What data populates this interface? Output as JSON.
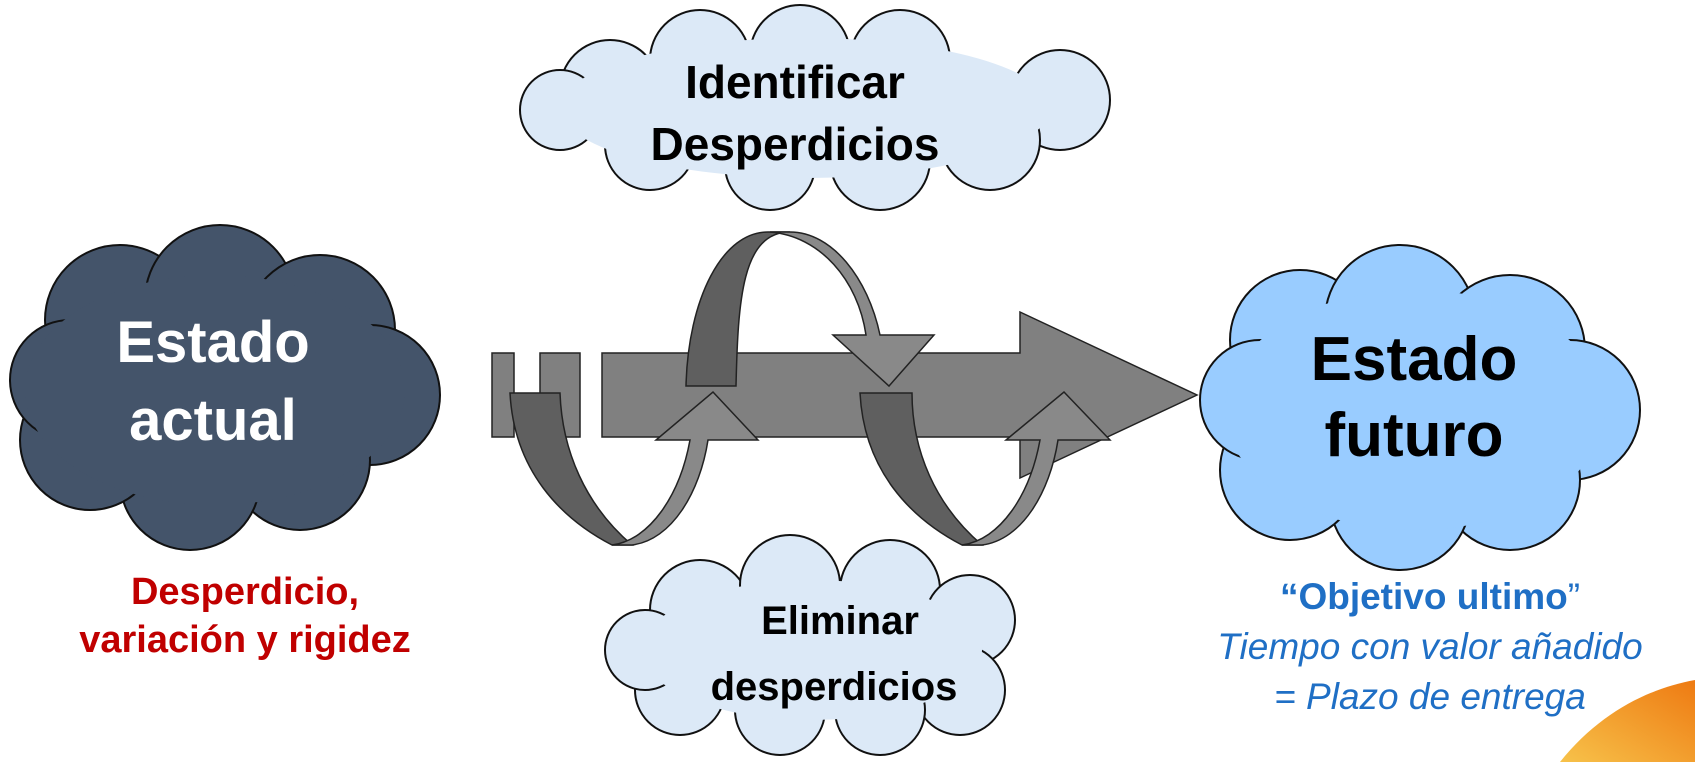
{
  "clouds": {
    "current": {
      "line1": "Estado",
      "line2": "actual",
      "fill": "#44546a",
      "text_color": "#ffffff"
    },
    "future": {
      "line1": "Estado",
      "line2": "futuro",
      "fill": "#99ccff",
      "text_color": "#000000"
    },
    "identify": {
      "line1": "Identificar",
      "line2": "Desperdicios",
      "fill": "#dce9f7",
      "text_color": "#000000"
    },
    "eliminate": {
      "line1": "Eliminar",
      "line2": "desperdicios",
      "fill": "#dce9f7",
      "text_color": "#000000"
    }
  },
  "captions": {
    "current": {
      "line1": "Desperdicio,",
      "line2": "variación y rigidez"
    },
    "future": {
      "quote_open": "“",
      "title": "Objetivo ultimo",
      "quote_close": "”",
      "line2": "Tiempo con valor añadido",
      "line3": "= Plazo de entrega"
    }
  },
  "colors": {
    "arrow_fill": "#808080",
    "loop_light": "#888888",
    "loop_dark": "#5a5a5a",
    "red_text": "#c00000",
    "blue_text": "#1f6fc5",
    "accent_corner": "#f39c12"
  }
}
